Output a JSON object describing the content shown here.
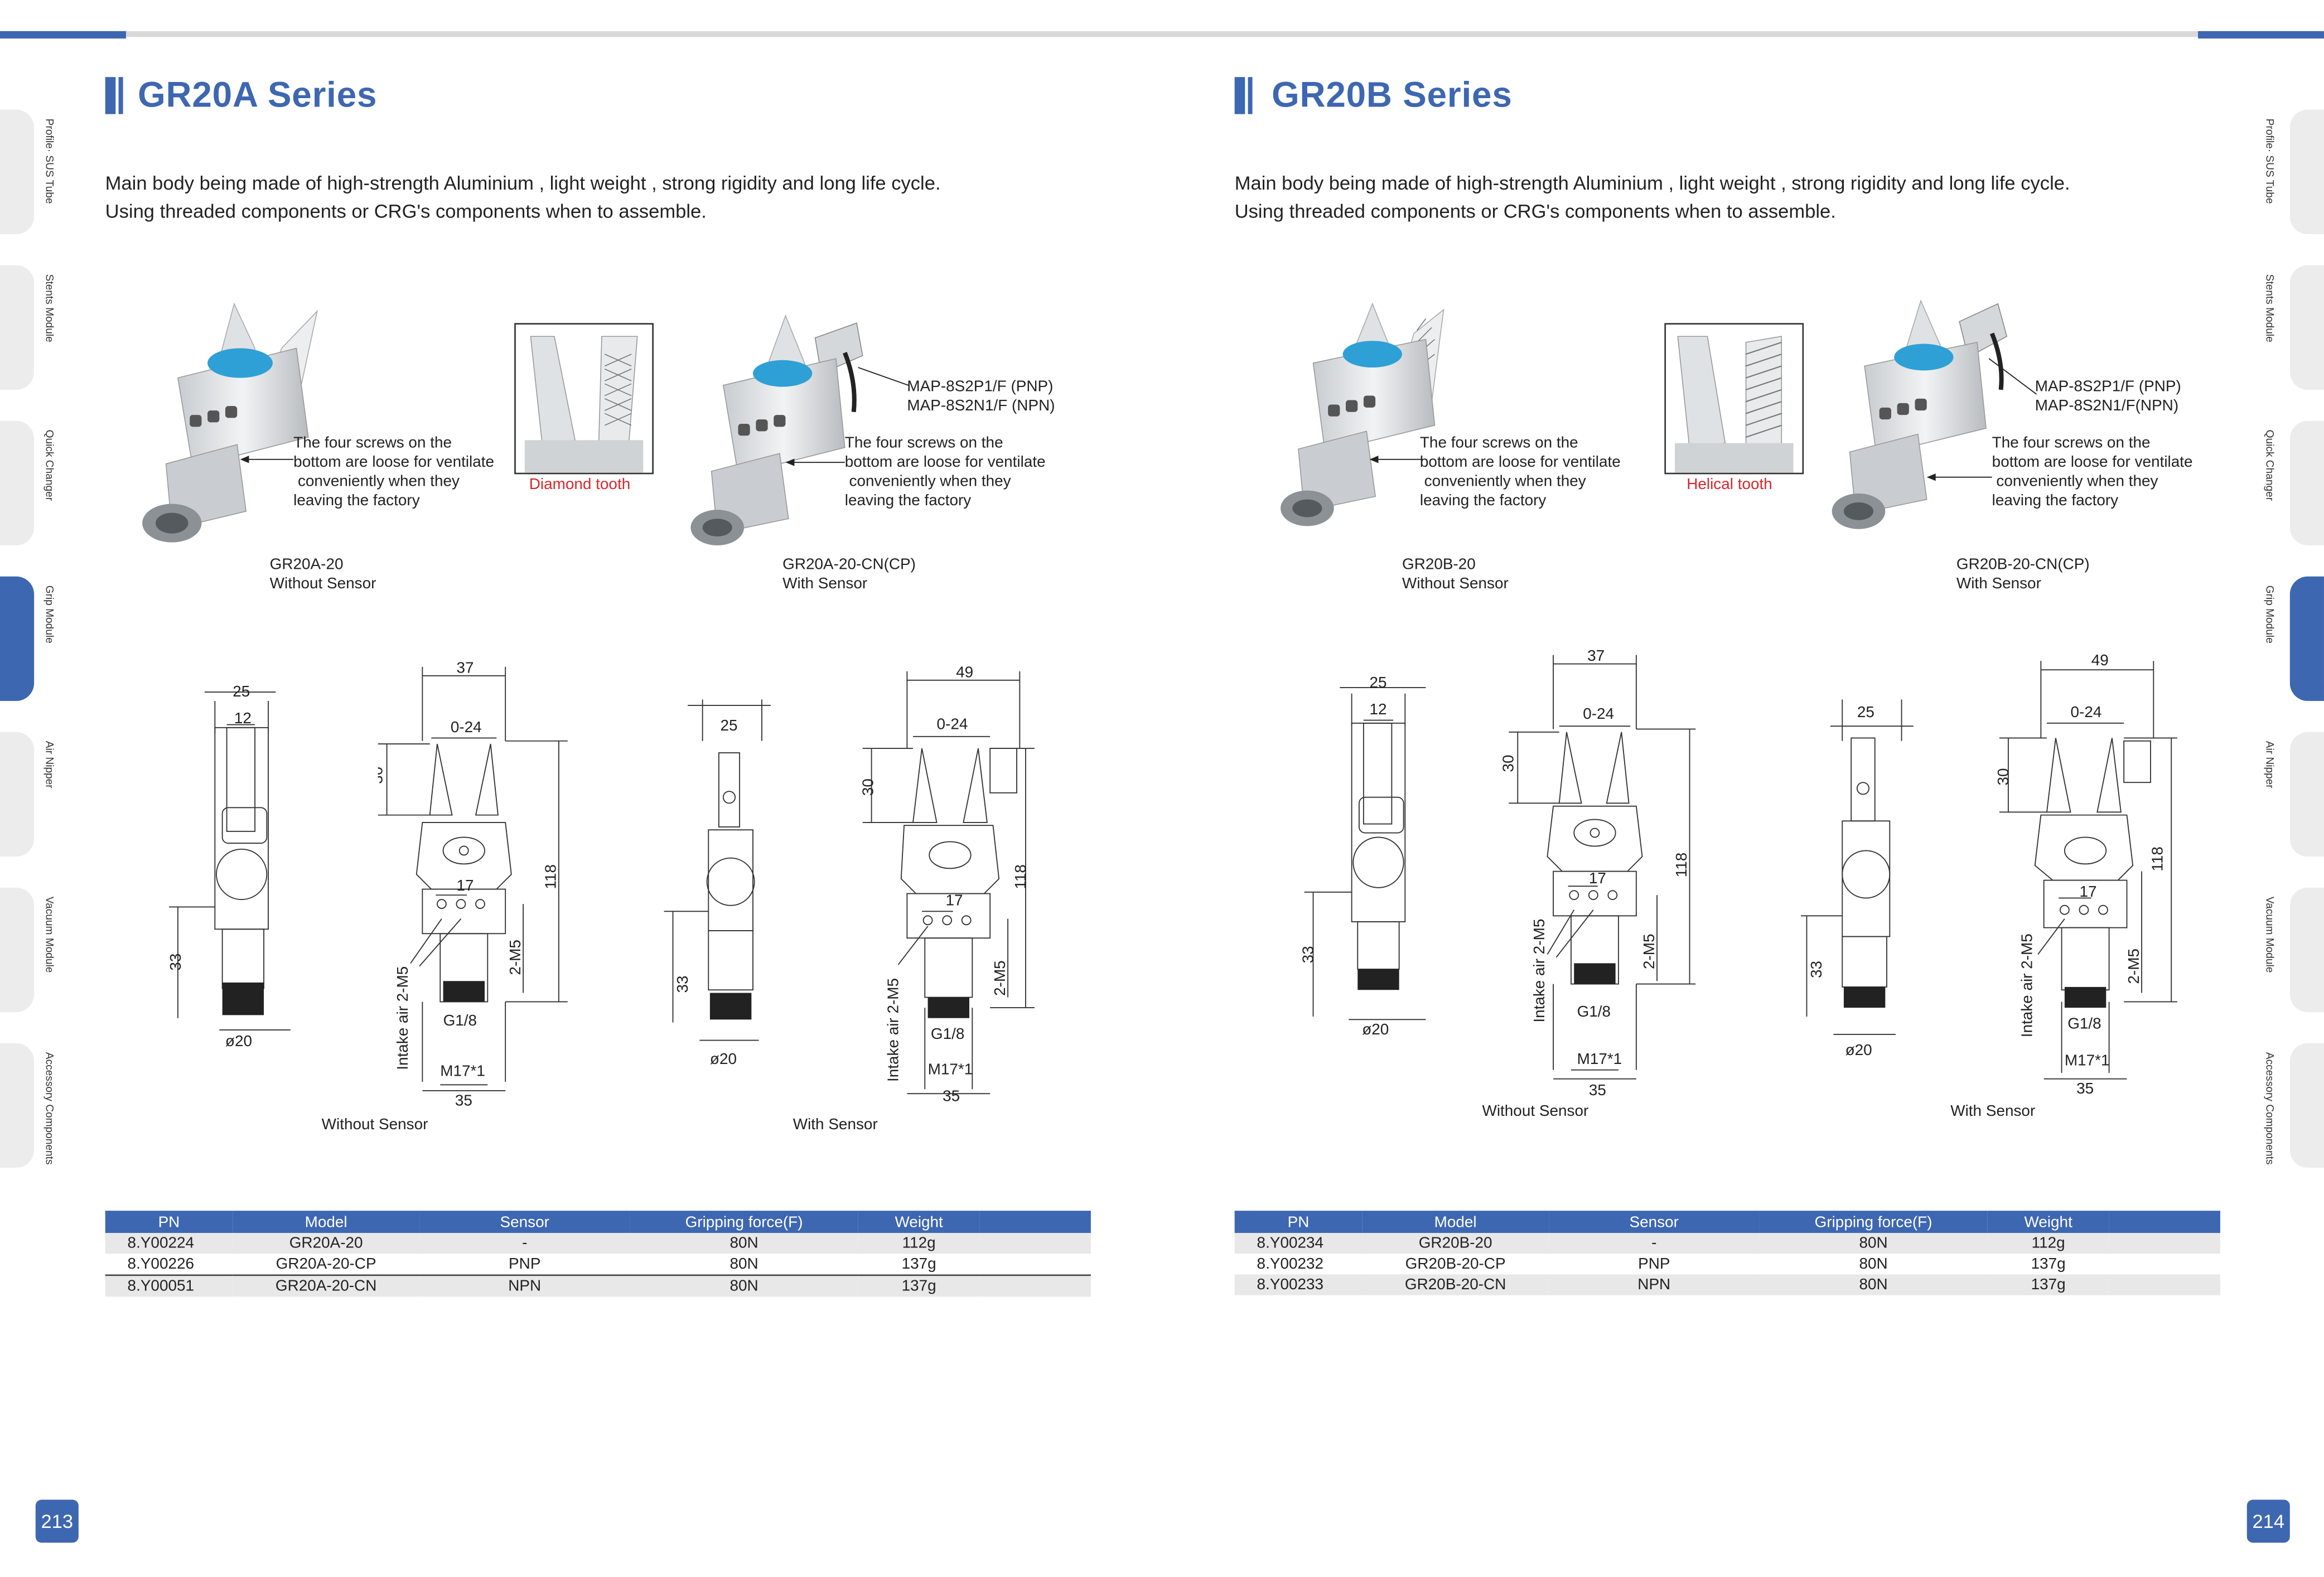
{
  "left_page": {
    "title": "GR20A Series",
    "description": [
      "Main body being made of  high-strength Aluminium , light weight , strong rigidity and long life cycle.",
      "Using threaded components or CRG's components when to assemble."
    ],
    "screws_note_1": "The four screws on the\nbottom are loose for ventilate\n conveniently when they\nleaving the factory",
    "screws_note_2": "The four screws on the\nbottom are loose for ventilate\n conveniently when they\nleaving the factory",
    "tooth_label": "Diamond tooth",
    "sensor_models": "MAP-8S2P1/F (PNP)\nMAP-8S2N1/F (NPN)",
    "product_1_caption": "GR20A-20\nWithout Sensor",
    "product_2_caption": "GR20A-20-CN(CP)\nWith Sensor",
    "drawing_caption_1": "Without Sensor",
    "drawing_caption_2": "With Sensor",
    "page_number": "213"
  },
  "right_page": {
    "title": "GR20B Series",
    "description": [
      "Main body being made of  high-strength Aluminium , light weight , strong rigidity and long life cycle.",
      "Using threaded components or CRG's components when to assemble."
    ],
    "screws_note_1": "The four screws on the\nbottom are loose for ventilate\n conveniently when they\nleaving the factory",
    "screws_note_2": "The four screws on the\nbottom are loose for ventilate\n conveniently when they\nleaving the factory",
    "tooth_label": "Helical tooth",
    "sensor_models": "MAP-8S2P1/F (PNP)\nMAP-8S2N1/F(NPN)",
    "product_1_caption": "GR20B-20\nWithout Sensor",
    "product_2_caption": "GR20B-20-CN(CP)\nWith Sensor",
    "drawing_caption_1": "Without Sensor",
    "drawing_caption_2": "With Sensor",
    "page_number": "214"
  },
  "side_tabs": [
    "Profile· SUS  Tube",
    "Stents Module",
    "Quick Changer",
    "Grip Module",
    "Air Nipper",
    "Vacuum Module",
    "Accessory Components"
  ],
  "side_tab_active": "Grip Module",
  "dimensions": {
    "side_width": "25",
    "side_inner": "12",
    "side_base": "33",
    "side_dia": "ø20",
    "front_width": "37",
    "front_width_sensor": "49",
    "stroke": "0-24",
    "jaw_height": "30",
    "total_height": "118",
    "hole_spacing": "17",
    "port": "2-M5",
    "intake": "Intake air 2-M5",
    "thread_g": "G1/8",
    "thread_m": "M17*1",
    "base_width": "35"
  },
  "table": {
    "headers": [
      "PN",
      "Model",
      "Sensor",
      "Gripping force(F)",
      "Weight"
    ],
    "left_rows": [
      [
        "8.Y00224",
        "GR20A-20",
        "-",
        "80N",
        "112g"
      ],
      [
        "8.Y00226",
        "GR20A-20-CP",
        "PNP",
        "80N",
        "137g"
      ],
      [
        "8.Y00051",
        "GR20A-20-CN",
        "NPN",
        "80N",
        "137g"
      ]
    ],
    "right_rows": [
      [
        "8.Y00234",
        "GR20B-20",
        "-",
        "80N",
        "112g"
      ],
      [
        "8.Y00232",
        "GR20B-20-CP",
        "PNP",
        "80N",
        "137g"
      ],
      [
        "8.Y00233",
        "GR20B-20-CN",
        "NPN",
        "80N",
        "137g"
      ]
    ]
  },
  "colors": {
    "accent": "#3e67b1",
    "red_label": "#d8262c",
    "tab_gray": "#ececec",
    "row_gray": "#e8e8e8"
  }
}
